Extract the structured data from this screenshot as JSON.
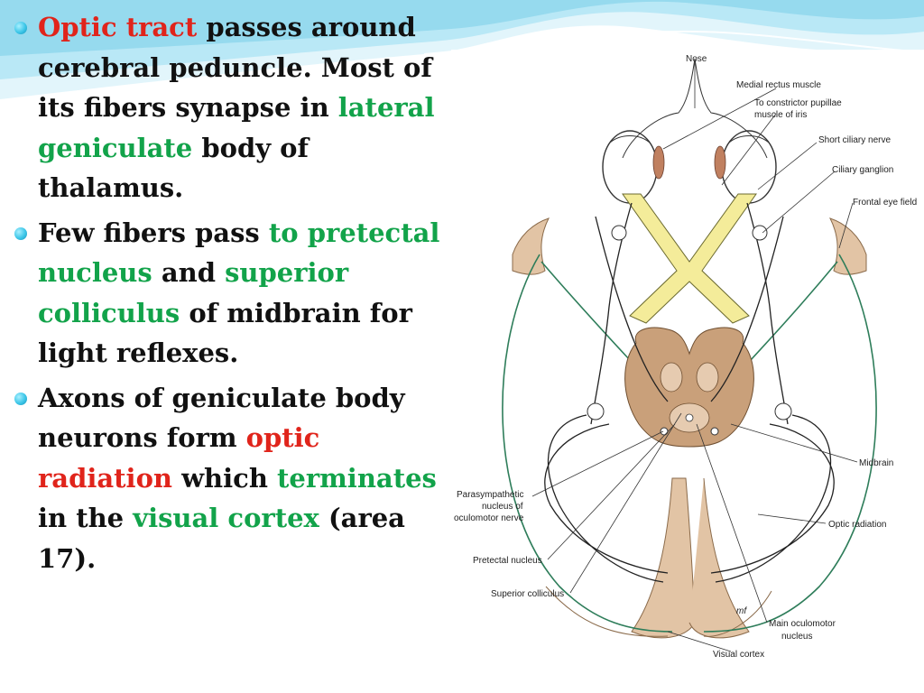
{
  "bullets": [
    {
      "segments": [
        {
          "text": "Optic tract",
          "color": "red"
        },
        {
          "text": " passes around cerebral peduncle. Most of its fibers synapse in "
        },
        {
          "text": "lateral geniculate",
          "color": "green"
        },
        {
          "text": " body of thalamus."
        }
      ]
    },
    {
      "segments": [
        {
          "text": "Few fibers pass "
        },
        {
          "text": "to pretectal nucleus",
          "color": "green"
        },
        {
          "text": " and "
        },
        {
          "text": "superior colliculus",
          "color": "green"
        },
        {
          "text": " of midbrain for light reflexes."
        }
      ]
    },
    {
      "segments": [
        {
          "text": "Axons of geniculate body neurons form "
        },
        {
          "text": "optic radiation",
          "color": "red"
        },
        {
          "text": " which "
        },
        {
          "text": "terminates",
          "color": "green"
        },
        {
          "text": " in the "
        },
        {
          "text": "visual cortex",
          "color": "green"
        },
        {
          "text": " (area 17)."
        }
      ]
    }
  ],
  "diagram": {
    "labels": {
      "nose": "Nose",
      "medial_rectus": "Medial rectus muscle",
      "constrictor_1": "To constrictor pupillae",
      "constrictor_2": "muscle of iris",
      "short_ciliary": "Short ciliary nerve",
      "ciliary_ganglion": "Ciliary ganglion",
      "frontal_eye_field": "Frontal eye field",
      "midbrain": "Midbrain",
      "parasympathetic_1": "Parasympathetic",
      "parasympathetic_2": "nucleus of",
      "parasympathetic_3": "oculomotor nerve",
      "optic_radiation": "Optic radiation",
      "pretectal_nucleus": "Pretectal nucleus",
      "superior_colliculus": "Superior colliculus",
      "main_oculomotor_1": "Main oculomotor",
      "main_oculomotor_2": "nucleus",
      "visual_cortex": "Visual cortex",
      "signature": "mf"
    }
  },
  "colors": {
    "accent_red": "#e0241b",
    "accent_green": "#12a34a",
    "bullet": "#3cc6e8",
    "wave": "#8fd8ef"
  }
}
